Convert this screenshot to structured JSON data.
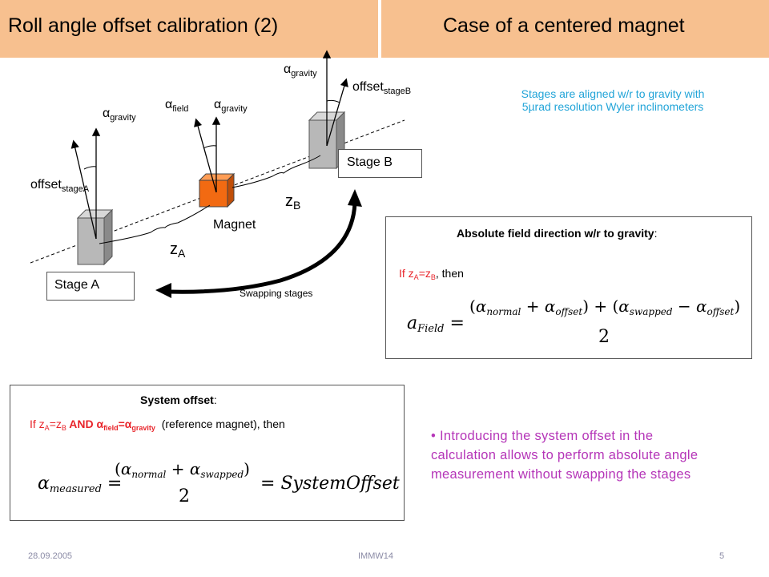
{
  "header": {
    "left_title": "Roll angle offset calibration (2)",
    "right_title": "Case of a centered magnet"
  },
  "diagram": {
    "alpha": "α",
    "gravity_sub": "gravity",
    "field_sub": "field",
    "offset": "offset",
    "stageA_sub": "stageA",
    "stageB_sub": "stageB",
    "stage_a_label": "Stage A",
    "stage_b_label": "Stage B",
    "magnet_label": "Magnet",
    "z": "z",
    "za_sub": "A",
    "zb_sub": "B",
    "swapping_label": "Swapping stages"
  },
  "note": {
    "text": "Stages are aligned w/r to gravity with 5µrad resolution Wyler inclinometers"
  },
  "absolute_box": {
    "heading": "Absolute field direction w/r to gravity",
    "colon": ":",
    "cond_if": "If z",
    "cond_a": "A",
    "cond_eq": "=z",
    "cond_b": "B",
    "cond_then": ",  then",
    "eq_lhs": "a",
    "eq_lhs_sub": "Field",
    "eq_normal": "normal",
    "eq_offset": "offset",
    "eq_swapped": "swapped",
    "eq_denominator": "2"
  },
  "system_box": {
    "heading": "System offset",
    "colon": ":",
    "cond_if": "If z",
    "cond_a": "A",
    "cond_eq": "=z",
    "cond_b": "B",
    "cond_and": " AND α",
    "cond_field": "field",
    "cond_eq2": "=α",
    "cond_gravity": "gravity",
    "cond_rest": "(reference magnet), then",
    "eq_lhs": "measured",
    "eq_normal": "normal",
    "eq_swapped": "swapped",
    "eq_denominator": "2",
    "eq_result": "SystemOffset"
  },
  "bullet": {
    "text": "Introducing the system offset in the calculation allows to perform absolute angle measurement without swapping the stages"
  },
  "footer": {
    "date": "28.09.2005",
    "event": "IMMW14",
    "page": "5"
  },
  "colors": {
    "header_bg": "#f7c08f",
    "magnet": "#f26a12",
    "stage": "#b8b8b8",
    "note": "#21a4d8",
    "bullet": "#b535b8",
    "condition": "#e8242a"
  }
}
